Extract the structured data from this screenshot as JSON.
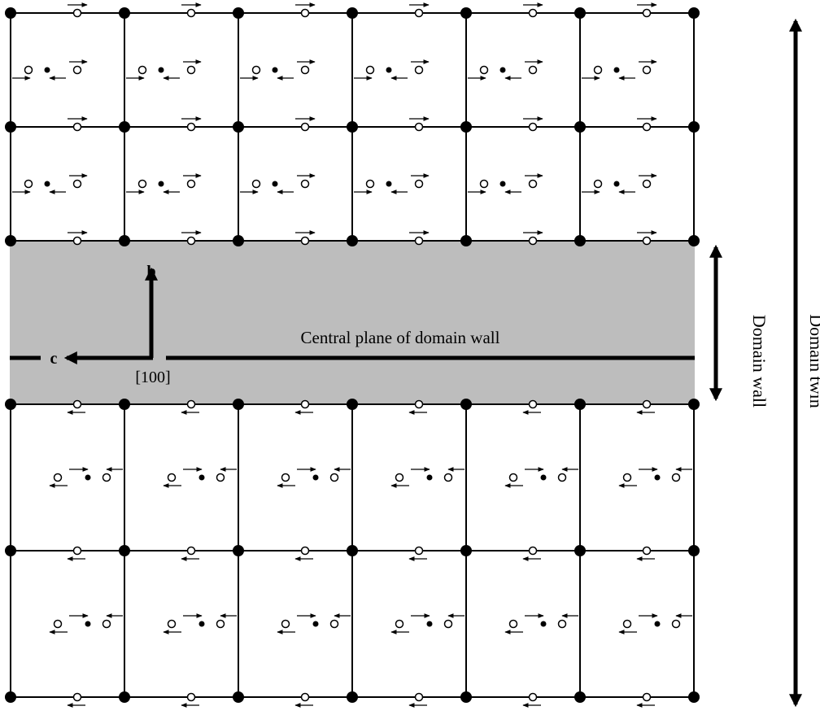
{
  "labels": {
    "b_axis": "b",
    "c_axis": "c",
    "direction": "[100]",
    "central_plane": "Central plane of domain wall",
    "domain_wall": "Domain wall",
    "domain_twin": "Domain twin"
  },
  "lattice": {
    "columns": 6,
    "upper_domain_rows": 2,
    "lower_domain_rows": 2,
    "upper_displacement": "right",
    "lower_displacement": "left"
  },
  "colors": {
    "wall_fill": "#bdbdbd",
    "line": "#000000",
    "background": "#ffffff"
  }
}
